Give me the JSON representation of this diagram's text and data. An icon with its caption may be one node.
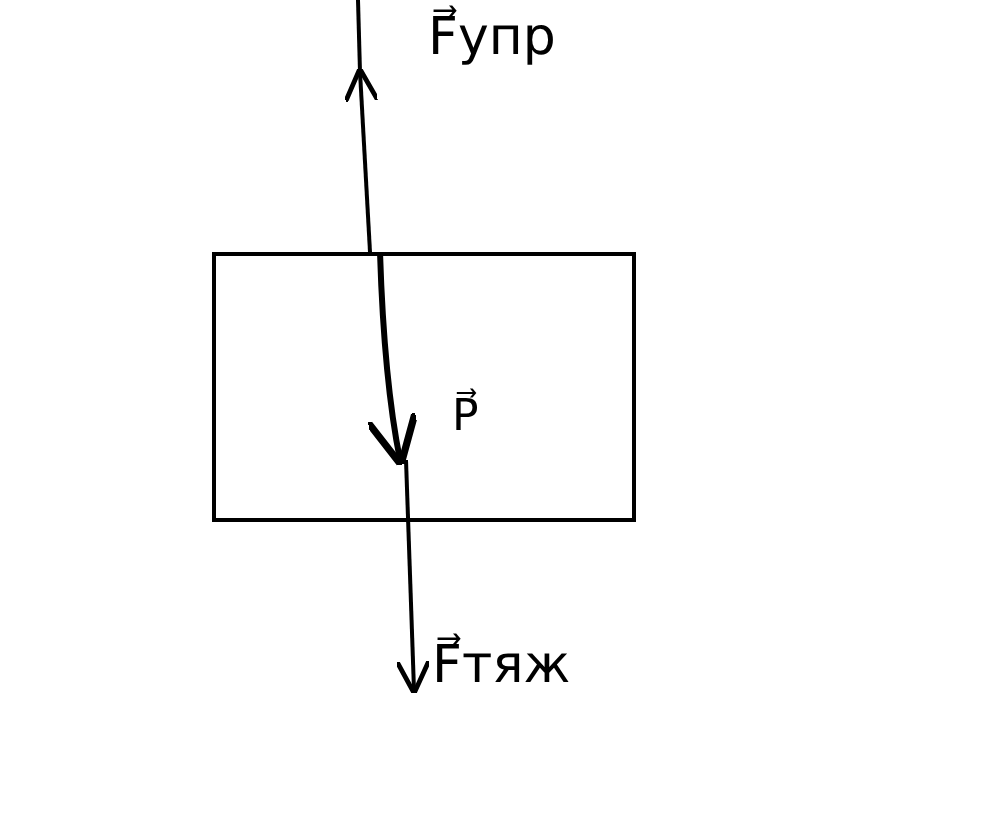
{
  "diagram": {
    "nodes": [
      {
        "text": [],
        "shape": "box"
      }
    ],
    "labels": [
      "F⃗упр",
      "P⃗",
      "F⃗тяж"
    ]
  }
}
